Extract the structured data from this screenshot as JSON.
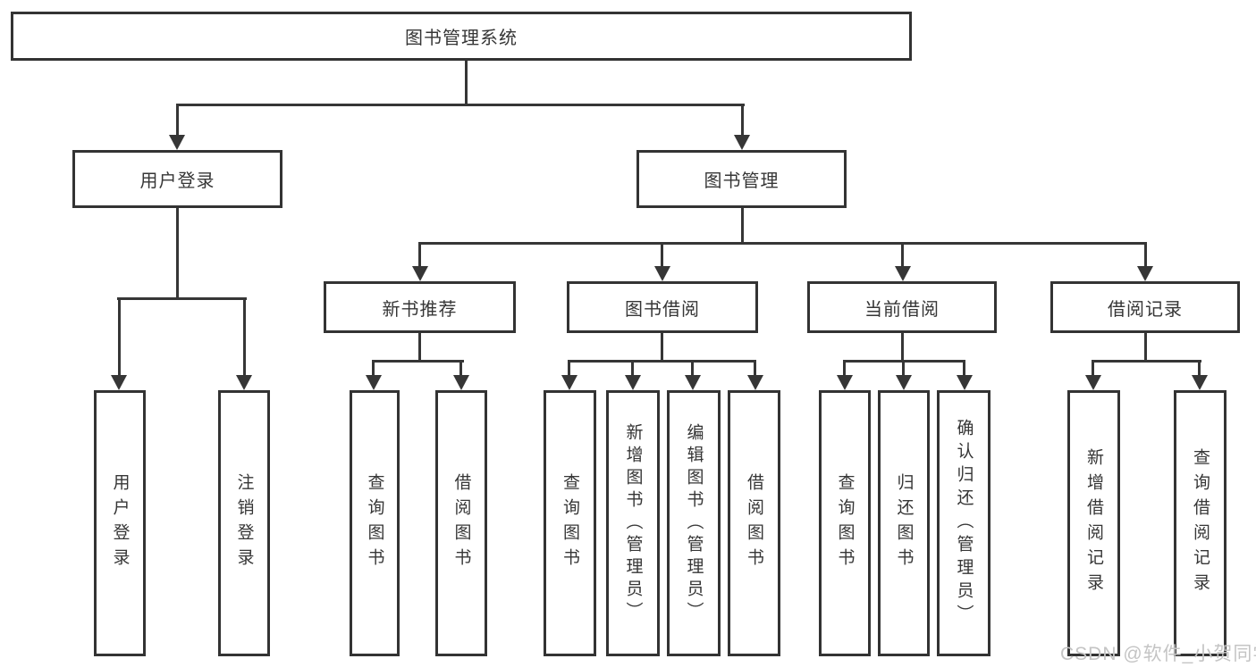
{
  "diagram": {
    "root": {
      "label": "图书管理系统"
    },
    "level2": [
      {
        "label": "用户登录"
      },
      {
        "label": "图书管理"
      }
    ],
    "level3": [
      {
        "label": "新书推荐"
      },
      {
        "label": "图书借阅"
      },
      {
        "label": "当前借阅"
      },
      {
        "label": "借阅记录"
      }
    ],
    "leaves": [
      {
        "label": "用户登录"
      },
      {
        "label": "注销登录"
      },
      {
        "label": "查询图书"
      },
      {
        "label": "借阅图书"
      },
      {
        "label": "查询图书"
      },
      {
        "label": "新增图书（管理员）"
      },
      {
        "label": "编辑图书（管理员）"
      },
      {
        "label": "借阅图书"
      },
      {
        "label": "查询图书"
      },
      {
        "label": "归还图书"
      },
      {
        "label": "确认归还（管理员）"
      },
      {
        "label": "新增借阅记录"
      },
      {
        "label": "查询借阅记录"
      }
    ],
    "watermark": "CSDN @软件_小贺同学",
    "colors": {
      "line": "#363636",
      "border": "#333333",
      "text": "#363636",
      "watermark": "#c4c4c4",
      "background": "#ffffff"
    }
  }
}
